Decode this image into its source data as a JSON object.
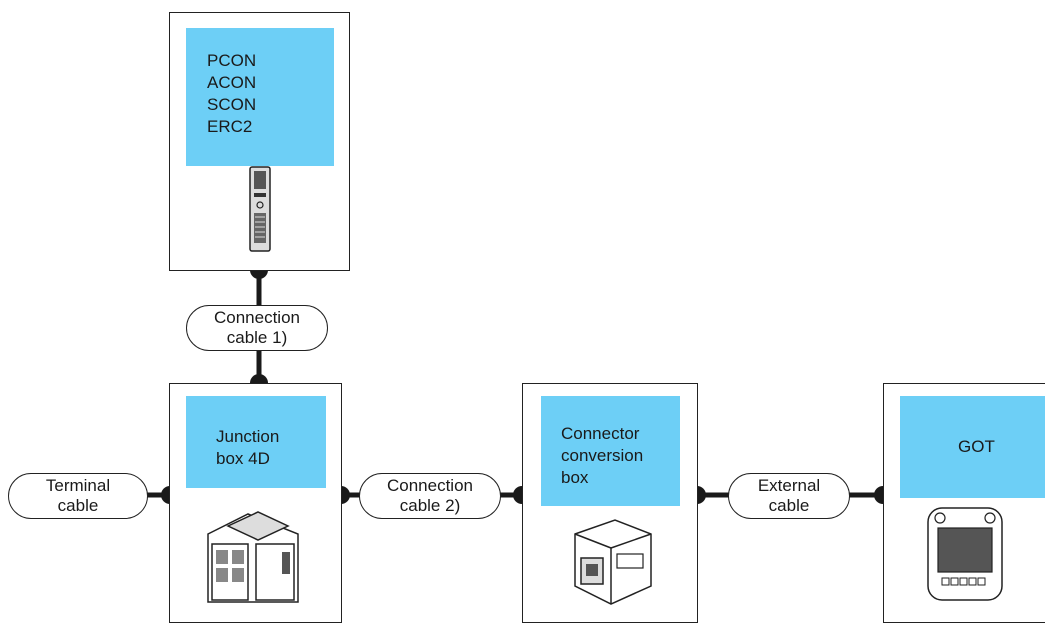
{
  "nodes": {
    "controller": {
      "lines": [
        "PCON",
        "ACON",
        "SCON",
        "ERC2"
      ]
    },
    "junction_box": {
      "lines": [
        "Junction",
        "box 4D"
      ]
    },
    "connector_box": {
      "lines": [
        "Connector",
        "conversion",
        "box"
      ]
    },
    "got": {
      "lines": [
        "GOT"
      ]
    }
  },
  "cables": {
    "connection_1": [
      "Connection",
      "cable 1)"
    ],
    "terminal": [
      "Terminal",
      "cable"
    ],
    "connection_2": [
      "Connection",
      "cable 2)"
    ],
    "external": [
      "External",
      "cable"
    ]
  },
  "colors": {
    "label_fill": "#6dcff6",
    "line": "#1a1a1a"
  }
}
